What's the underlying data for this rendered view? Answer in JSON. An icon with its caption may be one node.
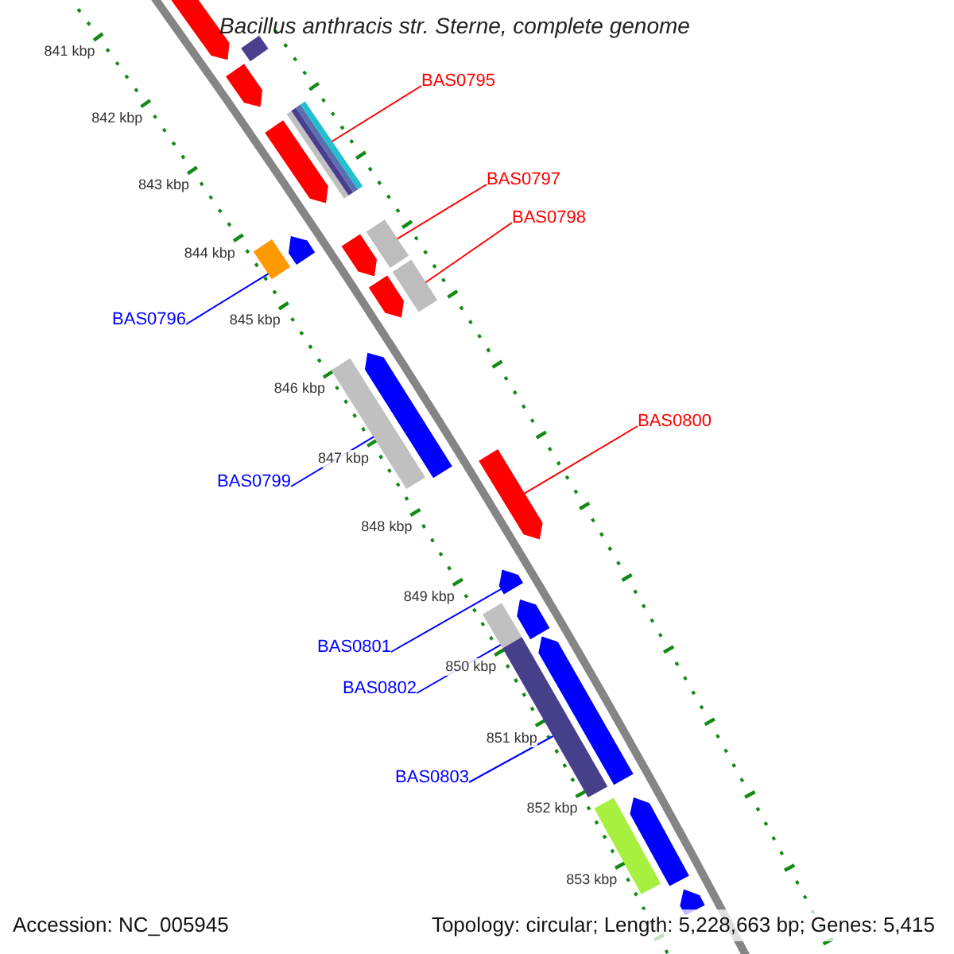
{
  "diagram": {
    "title": "Bacillus anthracis str. Sterne, complete genome",
    "nodes": [
      {
        "text": [
          "BAS0795"
        ]
      },
      {
        "text": [
          "BAS0797"
        ]
      },
      {
        "text": [
          "BAS0798"
        ]
      },
      {
        "text": [
          "BAS0796"
        ]
      },
      {
        "text": [
          "BAS0800"
        ]
      },
      {
        "text": [
          "BAS0799"
        ]
      },
      {
        "text": [
          "BAS0801"
        ]
      },
      {
        "text": [
          "BAS0802"
        ]
      },
      {
        "text": [
          "BAS0803"
        ]
      },
      {
        "text": [],
        "shape": "pentagon"
      },
      {
        "text": [],
        "shape": "bar"
      },
      {
        "text": [],
        "shape": "pentagon"
      },
      {
        "text": [],
        "shape": "bar"
      },
      {
        "text": [],
        "shape": "pentagon"
      },
      {
        "text": [],
        "shape": "bar"
      },
      {
        "text": [],
        "shape": "pentagon"
      },
      {
        "text": [],
        "shape": "pentagon"
      },
      {
        "text": [],
        "shape": "bar"
      },
      {
        "text": [],
        "shape": "pentagon"
      },
      {
        "text": [],
        "shape": "bar"
      },
      {
        "text": [],
        "shape": "bar"
      },
      {
        "text": [],
        "shape": "pentagon"
      },
      {
        "text": [],
        "shape": "pentagon"
      },
      {
        "text": [],
        "shape": "pentagon"
      },
      {
        "text": [],
        "shape": "bar"
      },
      {
        "text": [],
        "shape": "pentagon"
      },
      {
        "text": [],
        "shape": "bar"
      },
      {
        "text": [],
        "shape": "pentagon"
      },
      {
        "text": [],
        "shape": "bar"
      },
      {
        "text": [],
        "shape": "pentagon"
      },
      {
        "text": [],
        "shape": "pentagon"
      }
    ],
    "edges": [
      {
        "from": 0,
        "to": 12,
        "arrow": "none",
        "color": "#ff0000"
      },
      {
        "from": 1,
        "to": 17,
        "arrow": "none",
        "color": "#ff0000"
      },
      {
        "from": 2,
        "to": 19,
        "arrow": "none",
        "color": "#ff0000"
      },
      {
        "from": 3,
        "to": 14,
        "arrow": "none"
      },
      {
        "from": 4,
        "to": 22,
        "arrow": "none",
        "color": "#ff0000"
      },
      {
        "from": 5,
        "to": 20,
        "arrow": "none"
      },
      {
        "from": 6,
        "to": 23,
        "arrow": "none"
      },
      {
        "from": 7,
        "to": 24,
        "arrow": "none"
      },
      {
        "from": 8,
        "to": 26,
        "arrow": "none"
      }
    ],
    "labels": [
      "841 kbp",
      "842 kbp",
      "843 kbp",
      "844 kbp",
      "845 kbp",
      "846 kbp",
      "847 kbp",
      "848 kbp",
      "849 kbp",
      "850 kbp",
      "851 kbp",
      "852 kbp",
      "853 kbp",
      "Accession: NC_005945",
      "Topology: circular; Length: 5,228,663 bp; Genes: 5,415"
    ]
  }
}
